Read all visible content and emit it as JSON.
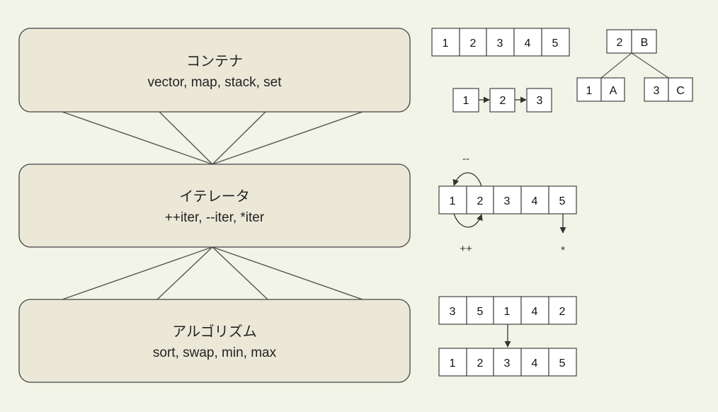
{
  "layers": {
    "container": {
      "title": "コンテナ",
      "subtitle": "vector, map, stack, set"
    },
    "iterator": {
      "title": "イテレータ",
      "subtitle": "++iter, --iter, *iter"
    },
    "algorithm": {
      "title": "アルゴリズム",
      "subtitle": "sort, swap, min, max"
    }
  },
  "container_examples": {
    "vector": [
      "1",
      "2",
      "3",
      "4",
      "5"
    ],
    "list": [
      "1",
      "2",
      "3"
    ],
    "tree": {
      "root": [
        "2",
        "B"
      ],
      "left": [
        "1",
        "A"
      ],
      "right": [
        "3",
        "C"
      ]
    }
  },
  "iterator_example": {
    "cells": [
      "1",
      "2",
      "3",
      "4",
      "5"
    ],
    "decrement_label": "--",
    "increment_label": "++",
    "deref_label": "*"
  },
  "algorithm_example": {
    "before": [
      "3",
      "5",
      "1",
      "4",
      "2"
    ],
    "after": [
      "1",
      "2",
      "3",
      "4",
      "5"
    ]
  },
  "colors": {
    "background": "#f1f4e6",
    "layer_fill": "#ebe8d8",
    "layer_stroke": "#444444",
    "cell_fill": "#ffffff",
    "line": "#555555"
  }
}
